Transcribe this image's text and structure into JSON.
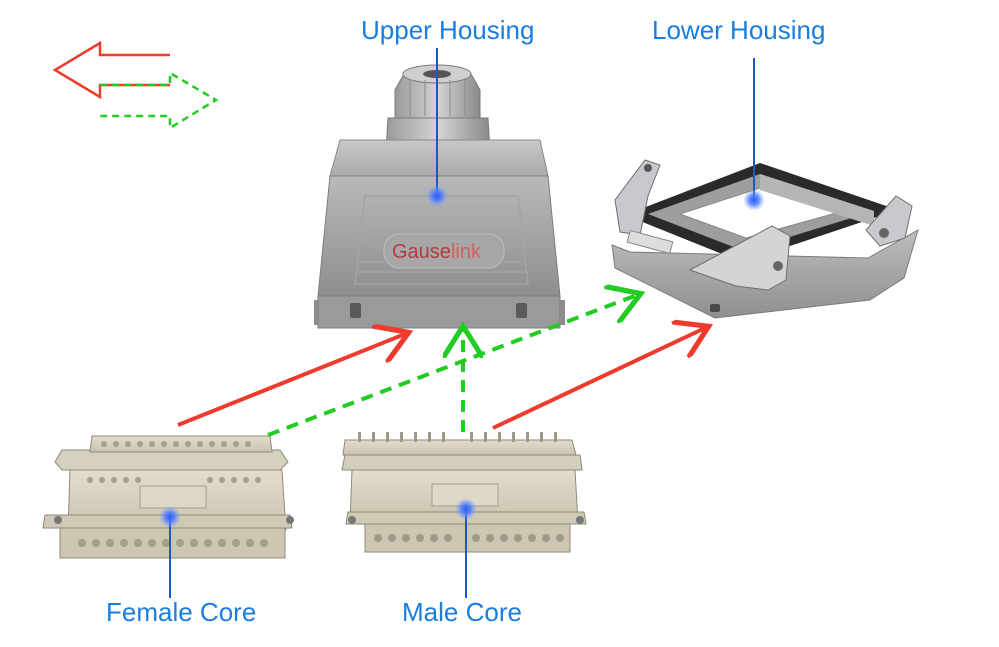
{
  "labels": {
    "upper_housing": "Upper Housing",
    "lower_housing": "Lower Housing",
    "female_core": "Female Core",
    "male_core": "Male Core"
  },
  "brand": {
    "part1": "Gause",
    "part2": "link"
  },
  "colors": {
    "label_text": "#1a7de0",
    "leader_line": "#1a55d8",
    "red_arrow": "#ef3b2c",
    "green_arrow": "#22cc22",
    "housing_grey": "#9c9c9c",
    "insert_beige": "#d9d3c2",
    "gasket_black": "#2a2a2a"
  }
}
